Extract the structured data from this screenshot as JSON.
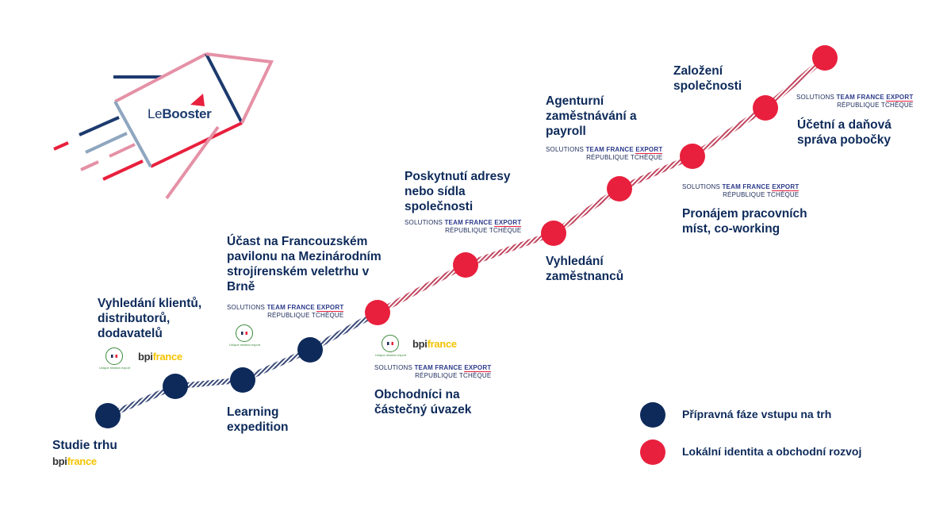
{
  "logo": {
    "part1": "Le",
    "part2": "Booster"
  },
  "colors": {
    "navy": "#0d2a5a",
    "red": "#e8203d",
    "pink": "#e591a6",
    "steel": "#8fa6bf",
    "bpi_yellow": "#f4c300"
  },
  "partners": {
    "tfe_line1_prefix": "SOLUTIONS",
    "tfe_line1_bold": "TEAM FRANCE",
    "tfe_line1_export": "EXPORT",
    "tfe_line2": "RÉPUBLIQUE TCHÈQUE",
    "bpi_part1": "bpi",
    "bpi_part2": "france",
    "seal_caption": "Unique  relation  export"
  },
  "timeline": [
    {
      "label": "Studie trhu",
      "phase": "prep"
    },
    {
      "label": "Vyhledání klientů,\ndistributorů,\ndodavatelů",
      "phase": "prep"
    },
    {
      "label": "Learning\nexpedition",
      "phase": "prep"
    },
    {
      "label": "Účast na Francouzském\npavilonu na Mezinárodním\nstrojírenském veletrhu v\nBrně",
      "phase": "prep"
    },
    {
      "label": "Obchodníci na\nčástečný úvazek",
      "phase": "local"
    },
    {
      "label": "Poskytnutí adresy\nnebo sídla\nspolečnosti",
      "phase": "local"
    },
    {
      "label": "Vyhledání\nzaměstnanců",
      "phase": "local"
    },
    {
      "label": "Agenturní\nzaměstnávání a\npayroll",
      "phase": "local"
    },
    {
      "label": "Pronájem pracovních\nmíst, co-working",
      "phase": "local"
    },
    {
      "label": "Založení\nspolečnosti",
      "phase": "local"
    },
    {
      "label": "Účetní a daňová\nsprávа pobočky",
      "phase": "local"
    }
  ],
  "legend": [
    {
      "phase": "prep",
      "label": "Přípravná fáze vstupu na trh"
    },
    {
      "phase": "local",
      "label": "Lokální identita a obchodní rozvoj"
    }
  ]
}
